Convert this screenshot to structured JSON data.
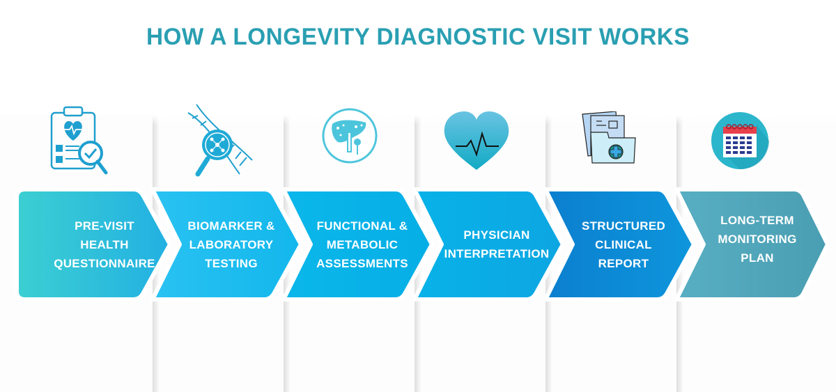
{
  "title": "HOW A LONGEVITY DIAGNOSTIC VISIT WORKS",
  "colors": {
    "title": "#2a9fb2",
    "step1_start": "#3ccfd2",
    "step1_end": "#22b0e2",
    "step2": "#1ebdf0",
    "step3": "#06b3e8",
    "step4": "#0aaae4",
    "step5": "#0b8bd6",
    "step6": "#4ea4b8"
  },
  "steps": [
    {
      "label": "PRE-VISIT\nHEALTH\nQUESTIONNAIRE",
      "icon": "clipboard-heart-check-icon"
    },
    {
      "label": "BIOMARKER &\nLABORATORY\nTESTING",
      "icon": "dna-magnifier-icon"
    },
    {
      "label": "FUNCTIONAL &\nMETABOLIC\nASSESSMENTS",
      "icon": "liver-test-icon"
    },
    {
      "label": "PHYSICIAN\nINTERPRETATION\n ",
      "icon": "heart-pulse-icon"
    },
    {
      "label": "STRUCTURED\nCLINICAL\nREPORT",
      "icon": "medical-folder-icon"
    },
    {
      "label": "LONG-TERM\nMONITORING\nPLAN",
      "icon": "calendar-icon"
    }
  ]
}
